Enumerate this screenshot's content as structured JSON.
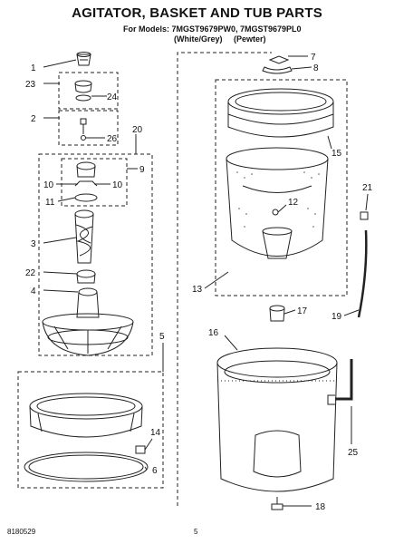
{
  "header": {
    "title": "AGITATOR, BASKET AND TUB PARTS",
    "models_line": "For Models: 7MGST9679PW0, 7MGST9679PL0",
    "color_white": "(White/Grey)",
    "color_pewter": "(Pewter)"
  },
  "callouts": [
    "1",
    "23",
    "24",
    "2",
    "26",
    "20",
    "9",
    "10",
    "10",
    "11",
    "3",
    "22",
    "4",
    "5",
    "7",
    "8",
    "15",
    "21",
    "12",
    "13",
    "17",
    "19",
    "16",
    "14",
    "6",
    "25",
    "18"
  ],
  "footer": {
    "doc_number": "8180529",
    "page_number": "5"
  }
}
